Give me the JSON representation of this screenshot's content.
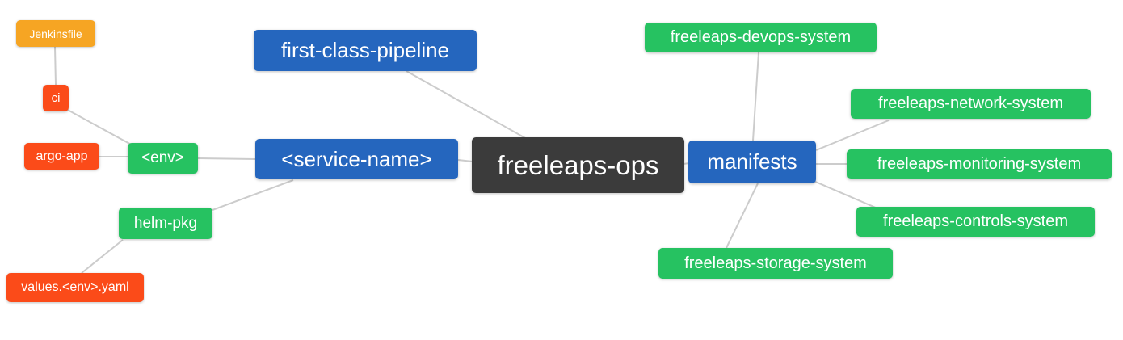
{
  "diagram": {
    "type": "mindmap",
    "root": "freeleaps-ops"
  },
  "palette": {
    "root_bg": "#3B3B3B",
    "branch_blue_bg": "#2566BE",
    "leaf_green_bg": "#26C261",
    "leaf_red_bg": "#FB4B19",
    "leaf_orange_bg": "#F6A523",
    "node_text": "#FFFFFF",
    "edge_line": "#CCCCCC",
    "background": "#FFFFFF"
  },
  "nodes": {
    "jenkinsfile": {
      "label": "Jenkinsfile",
      "color": "#F6A523"
    },
    "ci": {
      "label": "ci",
      "color": "#FB4B19"
    },
    "argo_app": {
      "label": "argo-app",
      "color": "#FB4B19"
    },
    "env": {
      "label": "<env>",
      "color": "#26C261"
    },
    "helm_pkg": {
      "label": "helm-pkg",
      "color": "#26C261"
    },
    "values_yaml": {
      "label": "values.<env>.yaml",
      "color": "#FB4B19"
    },
    "first_class_pipeline": {
      "label": "first-class-pipeline",
      "color": "#2566BE"
    },
    "service_name": {
      "label": "<service-name>",
      "color": "#2566BE"
    },
    "freeleaps_ops": {
      "label": "freeleaps-ops",
      "color": "#3B3B3B"
    },
    "manifests": {
      "label": "manifests",
      "color": "#2566BE"
    },
    "devops_system": {
      "label": "freeleaps-devops-system",
      "color": "#26C261"
    },
    "network_system": {
      "label": "freeleaps-network-system",
      "color": "#26C261"
    },
    "monitoring_system": {
      "label": "freeleaps-monitoring-system",
      "color": "#26C261"
    },
    "controls_system": {
      "label": "freeleaps-controls-system",
      "color": "#26C261"
    },
    "storage_system": {
      "label": "freeleaps-storage-system",
      "color": "#26C261"
    }
  },
  "edges": [
    {
      "from": "freeleaps_ops",
      "to": "first_class_pipeline"
    },
    {
      "from": "freeleaps_ops",
      "to": "service_name"
    },
    {
      "from": "freeleaps_ops",
      "to": "manifests"
    },
    {
      "from": "service_name",
      "to": "env"
    },
    {
      "from": "service_name",
      "to": "helm_pkg"
    },
    {
      "from": "env",
      "to": "ci"
    },
    {
      "from": "env",
      "to": "argo_app"
    },
    {
      "from": "ci",
      "to": "jenkinsfile"
    },
    {
      "from": "helm_pkg",
      "to": "values_yaml"
    },
    {
      "from": "manifests",
      "to": "devops_system"
    },
    {
      "from": "manifests",
      "to": "network_system"
    },
    {
      "from": "manifests",
      "to": "monitoring_system"
    },
    {
      "from": "manifests",
      "to": "controls_system"
    },
    {
      "from": "manifests",
      "to": "storage_system"
    }
  ]
}
